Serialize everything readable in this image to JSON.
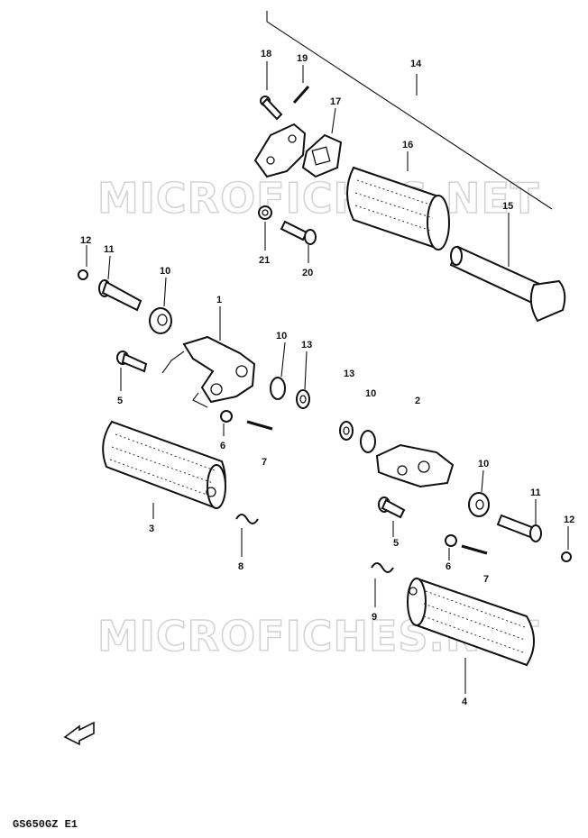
{
  "watermark": {
    "text": "MICROFICHES.NET"
  },
  "model_code": "GS650GZ E1",
  "callouts": [
    {
      "id": "18",
      "label": "18"
    },
    {
      "id": "19",
      "label": "19"
    },
    {
      "id": "14",
      "label": "14"
    },
    {
      "id": "17",
      "label": "17"
    },
    {
      "id": "16",
      "label": "16"
    },
    {
      "id": "15",
      "label": "15"
    },
    {
      "id": "21",
      "label": "21"
    },
    {
      "id": "20",
      "label": "20"
    },
    {
      "id": "12a",
      "label": "12"
    },
    {
      "id": "11a",
      "label": "11"
    },
    {
      "id": "10a",
      "label": "10"
    },
    {
      "id": "1",
      "label": "1"
    },
    {
      "id": "10b",
      "label": "10"
    },
    {
      "id": "13a",
      "label": "13"
    },
    {
      "id": "5a",
      "label": "5"
    },
    {
      "id": "6a",
      "label": "6"
    },
    {
      "id": "7a",
      "label": "7"
    },
    {
      "id": "3",
      "label": "3"
    },
    {
      "id": "8",
      "label": "8"
    },
    {
      "id": "13b",
      "label": "13"
    },
    {
      "id": "10c",
      "label": "10"
    },
    {
      "id": "2",
      "label": "2"
    },
    {
      "id": "10d",
      "label": "10"
    },
    {
      "id": "11b",
      "label": "11"
    },
    {
      "id": "12b",
      "label": "12"
    },
    {
      "id": "5b",
      "label": "5"
    },
    {
      "id": "6b",
      "label": "6"
    },
    {
      "id": "7b",
      "label": "7"
    },
    {
      "id": "9",
      "label": "9"
    },
    {
      "id": "4",
      "label": "4"
    }
  ]
}
